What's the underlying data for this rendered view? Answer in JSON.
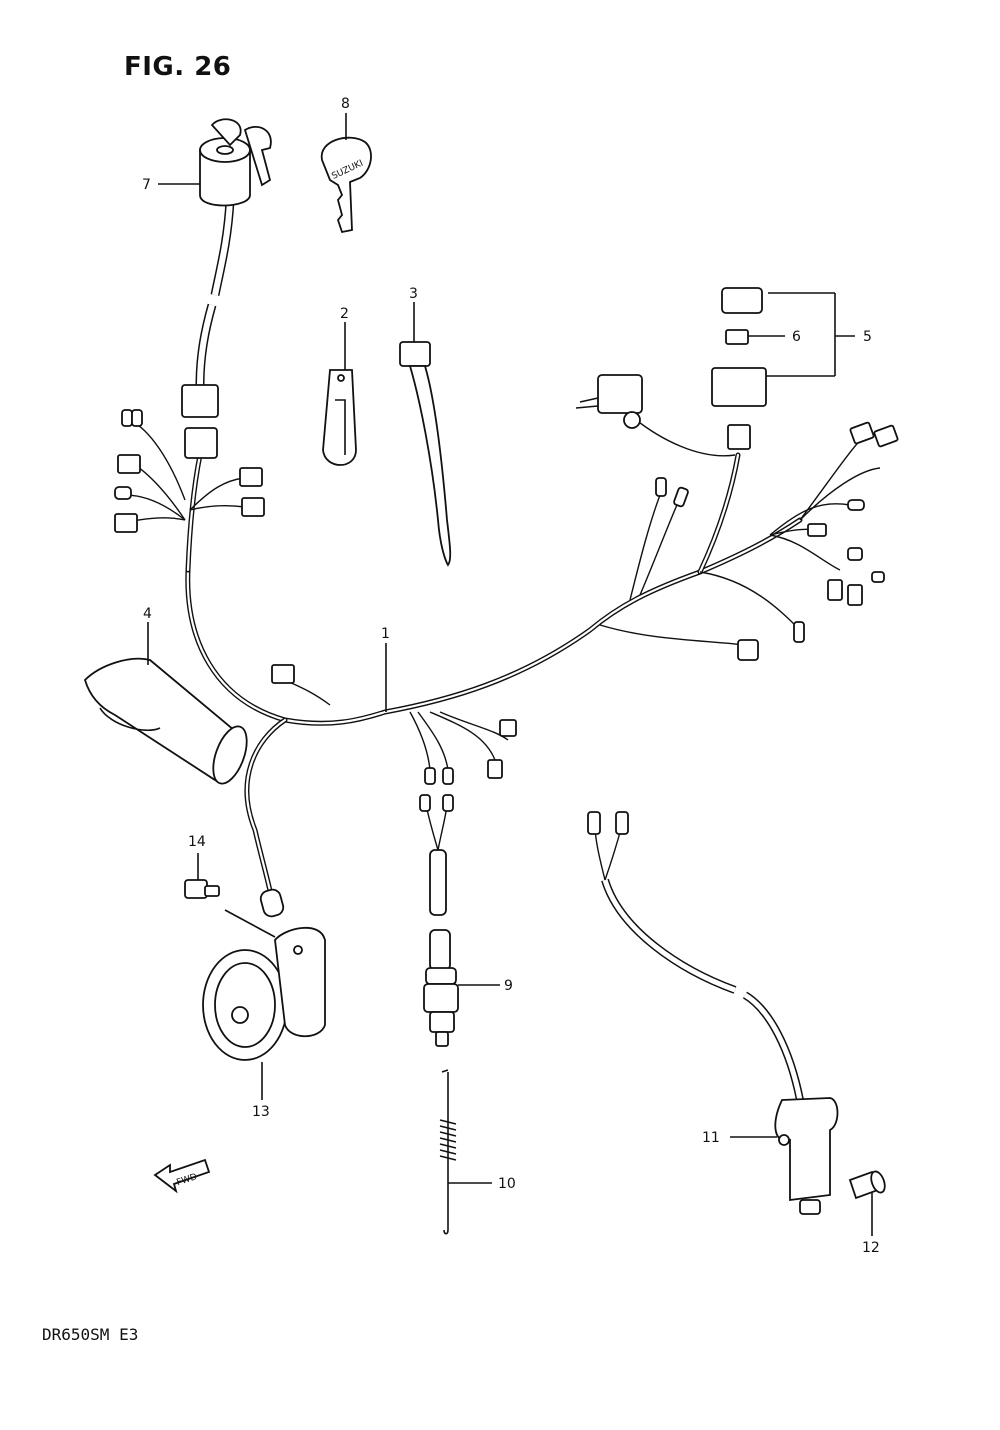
{
  "figure": {
    "title": "FIG. 26",
    "model_code": "DR650SM  E3"
  },
  "callouts": [
    {
      "id": "1",
      "label": "1"
    },
    {
      "id": "2",
      "label": "2"
    },
    {
      "id": "3",
      "label": "3"
    },
    {
      "id": "4",
      "label": "4"
    },
    {
      "id": "5",
      "label": "5"
    },
    {
      "id": "6",
      "label": "6"
    },
    {
      "id": "7",
      "label": "7"
    },
    {
      "id": "8",
      "label": "8"
    },
    {
      "id": "9",
      "label": "9"
    },
    {
      "id": "10",
      "label": "10"
    },
    {
      "id": "11",
      "label": "11"
    },
    {
      "id": "12",
      "label": "12"
    },
    {
      "id": "13",
      "label": "13"
    },
    {
      "id": "14",
      "label": "14"
    }
  ],
  "imprints": {
    "key_brand": "SUZUKI",
    "direction_arrow": "FWD"
  }
}
